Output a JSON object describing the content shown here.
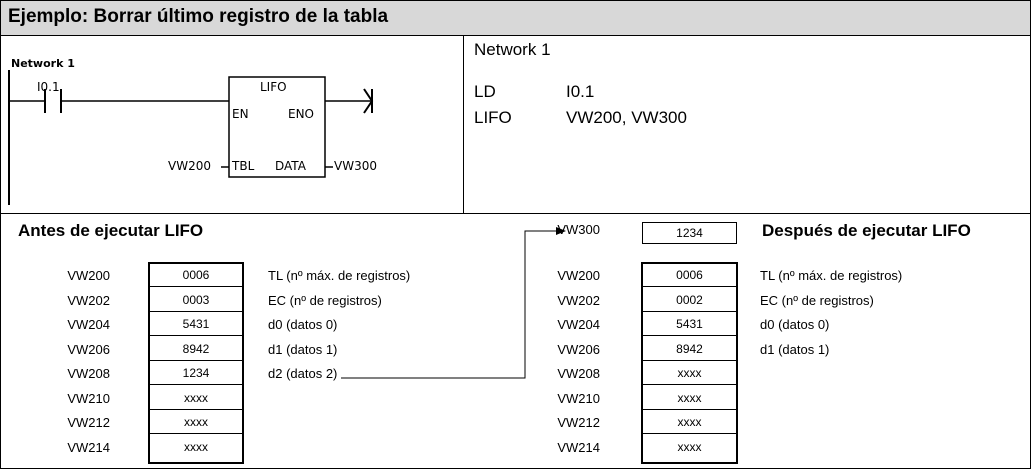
{
  "title": "Ejemplo: Borrar último registro de la tabla",
  "ladder": {
    "network_label": "Network 1",
    "contact": "I0.1",
    "box_name": "LIFO",
    "en": "EN",
    "eno": "ENO",
    "tbl": "TBL",
    "data": "DATA",
    "tbl_operand": "VW200",
    "data_operand": "VW300"
  },
  "stl": {
    "network_label": "Network 1",
    "lines": [
      {
        "op": "LD",
        "operand": "I0.1"
      },
      {
        "op": "LIFO",
        "operand": "VW200, VW300"
      }
    ]
  },
  "before": {
    "heading": "Antes de ejecutar LIFO",
    "addresses": [
      "VW200",
      "VW202",
      "VW204",
      "VW206",
      "VW208",
      "VW210",
      "VW212",
      "VW214"
    ],
    "values": [
      "0006",
      "0003",
      "5431",
      "8942",
      "1234",
      "xxxx",
      "xxxx",
      "xxxx"
    ],
    "descriptions": [
      "TL (nº máx. de registros)",
      "EC (nº de registros)",
      "d0 (datos 0)",
      "d1 (datos 1)",
      "d2 (datos 2)",
      "",
      "",
      ""
    ]
  },
  "output": {
    "address": "VW300",
    "value": "1234"
  },
  "after": {
    "heading": "Después de ejecutar LIFO",
    "addresses": [
      "VW200",
      "VW202",
      "VW204",
      "VW206",
      "VW208",
      "VW210",
      "VW212",
      "VW214"
    ],
    "values": [
      "0006",
      "0002",
      "5431",
      "8942",
      "xxxx",
      "xxxx",
      "xxxx",
      "xxxx"
    ],
    "descriptions": [
      "TL (nº máx. de registros)",
      "EC (nº de registros)",
      "d0 (datos 0)",
      "d1 (datos 1)",
      "",
      "",
      "",
      ""
    ]
  }
}
